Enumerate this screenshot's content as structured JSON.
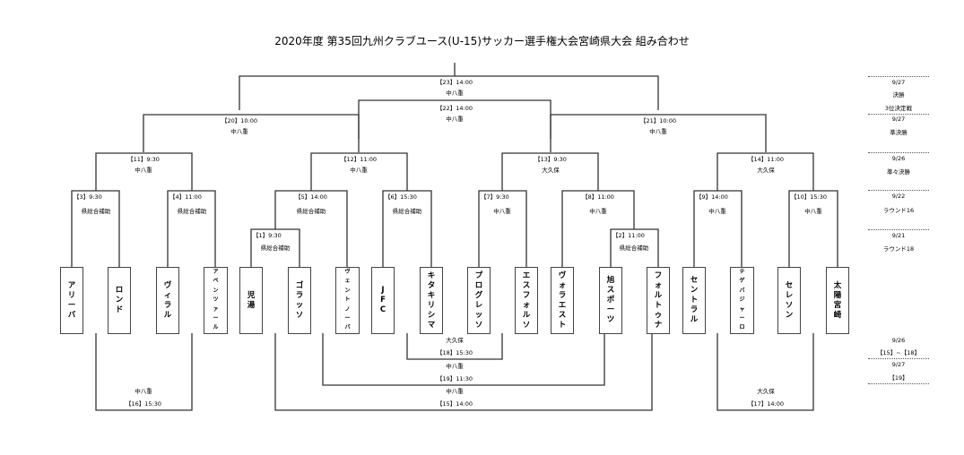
{
  "title": "2020年度 第35回九州クラブユース(U-15)サッカー選手権大会宮崎県大会 組み合わせ",
  "teams": [
    "アリーバ",
    "ロンド",
    "ヴィラル",
    "アベンツァール",
    "児湯",
    "ゴラッソ",
    "ヴェントノーバ",
    "JFC",
    "キタキリシマ",
    "プログレッソ",
    "エスフォルソ",
    "ヴォラエスト",
    "旭スポーツ",
    "フォルトゥナ",
    "セントラル",
    "テゲバジャーロ",
    "セレソン",
    "太陽宮崎"
  ],
  "matches": {
    "m1": {
      "label": "【1】9:30",
      "venue": "県総合補助"
    },
    "m2": {
      "label": "【2】11:00",
      "venue": "県総合補助"
    },
    "m3": {
      "label": "【3】9:30",
      "venue": "県総合補助"
    },
    "m4": {
      "label": "【4】11:00",
      "venue": "県総合補助"
    },
    "m5": {
      "label": "【5】14:00",
      "venue": "県総合補助"
    },
    "m6": {
      "label": "【6】15:30",
      "venue": "県総合補助"
    },
    "m7": {
      "label": "【7】9:30",
      "venue": "中八重"
    },
    "m8": {
      "label": "【8】11:00",
      "venue": "中八重"
    },
    "m9": {
      "label": "【9】14:00",
      "venue": "中八重"
    },
    "m10": {
      "label": "【10】15:30",
      "venue": "中八重"
    },
    "m11": {
      "label": "【11】9:30",
      "venue": "中八重"
    },
    "m12": {
      "label": "【12】11:00",
      "venue": "中八重"
    },
    "m13": {
      "label": "【13】9:30",
      "venue": "大久保"
    },
    "m14": {
      "label": "【14】11:00",
      "venue": "大久保"
    },
    "m15": {
      "label": "【15】14:00",
      "venue": "中八重"
    },
    "m16": {
      "label": "【16】15:30",
      "venue": "中八重"
    },
    "m17": {
      "label": "【17】14:00",
      "venue": "大久保"
    },
    "m18": {
      "label": "【18】15:30",
      "venue": "大久保"
    },
    "m19": {
      "label": "【19】11:30",
      "venue": "中八重"
    },
    "m20": {
      "label": "【20】10:00",
      "venue": "中八重"
    },
    "m21": {
      "label": "【21】10:00",
      "venue": "中八重"
    },
    "m22": {
      "label": "【22】14:00",
      "venue": "中八重"
    },
    "m23": {
      "label": "【23】14:00",
      "venue": "中八重"
    }
  },
  "schedule": [
    {
      "date": "9/27",
      "lines": [
        "決勝",
        "3位決定戦"
      ]
    },
    {
      "date": "9/27",
      "lines": [
        "準決勝"
      ]
    },
    {
      "date": "9/26",
      "lines": [
        "準々決勝"
      ]
    },
    {
      "date": "9/22",
      "lines": [
        "ラウンド16"
      ]
    },
    {
      "date": "9/21",
      "lines": [
        "ラウンド18"
      ]
    },
    {
      "date": "9/26",
      "lines": [
        "【15】~【18】"
      ]
    },
    {
      "date": "9/27",
      "lines": [
        "【19】"
      ]
    }
  ]
}
